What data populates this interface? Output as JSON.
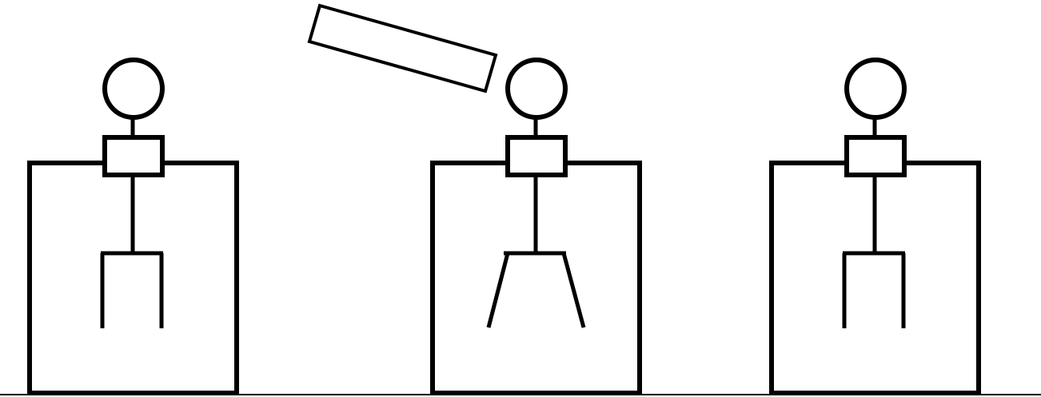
{
  "diagram": {
    "figures": [
      {
        "id": "left",
        "legs": "straight"
      },
      {
        "id": "middle",
        "legs": "splayed"
      },
      {
        "id": "right",
        "legs": "straight"
      }
    ],
    "plank": {
      "above": "middle"
    },
    "ground_line": true
  },
  "colors": {
    "ink": "#000000",
    "background": "#ffffff"
  }
}
